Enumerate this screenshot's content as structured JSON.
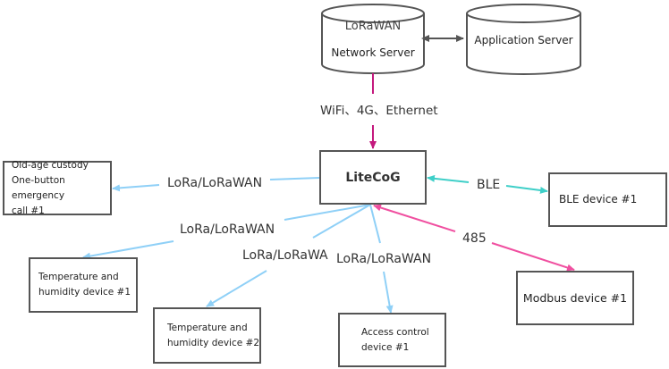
{
  "colors": {
    "lora": "#8fd0f7",
    "ble": "#3ecfc8",
    "rs485": "#f04fa0",
    "backhaul": "#c4197d",
    "server_link": "#555555",
    "border": "#555555"
  },
  "servers": {
    "network_server": {
      "line1": "LoRaWAN",
      "line2": "Network Server"
    },
    "application_server": {
      "label": "Application Server"
    }
  },
  "gateway": {
    "label": "LiteCoG"
  },
  "backhaul_label": "WiFi、4G、Ethernet",
  "devices": {
    "old_age": {
      "lines": [
        "Old-age custody",
        "One-button emergency",
        "call #1"
      ]
    },
    "temp1": {
      "lines": [
        "Temperature and",
        "humidity device #1"
      ]
    },
    "temp2": {
      "lines": [
        "Temperature and",
        "humidity device #2"
      ]
    },
    "access": {
      "lines": [
        "Access control",
        "device #1"
      ]
    },
    "ble": {
      "lines": [
        "BLE device #1"
      ]
    },
    "modbus": {
      "lines": [
        "Modbus device #1"
      ]
    }
  },
  "links": {
    "old_age": "LoRa/LoRaWAN",
    "temp1": "LoRa/LoRaWAN",
    "temp2": "LoRa/LoRaWA",
    "access": "LoRa/LoRaWAN",
    "ble": "BLE",
    "modbus": "485"
  }
}
